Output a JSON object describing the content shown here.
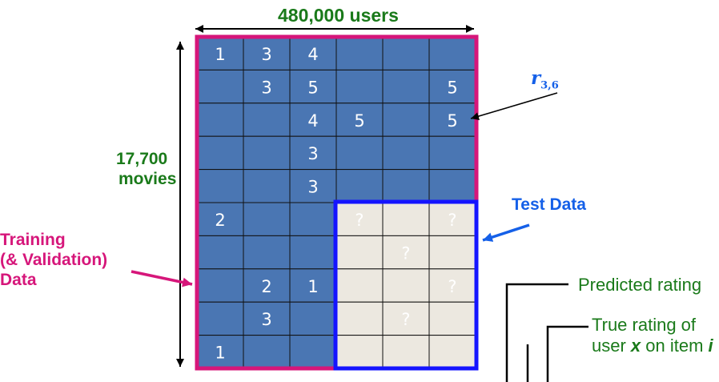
{
  "labels": {
    "users": "480,000 users",
    "movies_line1": "17,700",
    "movies_line2": "movies",
    "training_line1": "Training",
    "training_line2": "(& Validation)",
    "training_line3": "Data",
    "test": "Test Data",
    "r_symbol": "r",
    "r_subscript": "3,6",
    "predicted": "Predicted rating",
    "true_line1": "True rating of",
    "true_pre": "user ",
    "true_x": "x",
    "true_mid": " on item ",
    "true_i": "i"
  },
  "matrix": {
    "rows": 10,
    "cols": 6,
    "test_region": {
      "row_start": 5,
      "col_start": 3
    },
    "cells": [
      [
        "1",
        "3",
        "4",
        "",
        "",
        ""
      ],
      [
        "",
        "3",
        "5",
        "",
        "",
        "5"
      ],
      [
        "",
        "",
        "4",
        "5",
        "",
        "5"
      ],
      [
        "",
        "",
        "3",
        "",
        "",
        ""
      ],
      [
        "",
        "",
        "3",
        "",
        "",
        ""
      ],
      [
        "2",
        "",
        "",
        "?",
        "",
        "?"
      ],
      [
        "",
        "",
        "",
        "",
        "?",
        ""
      ],
      [
        "",
        "2",
        "1",
        "",
        "",
        "?"
      ],
      [
        "",
        "3",
        "",
        "",
        "?",
        ""
      ],
      [
        "1",
        "",
        "",
        "",
        "",
        ""
      ]
    ]
  },
  "colors": {
    "train_fill": "#4a76b3",
    "test_fill": "#ece8e0",
    "train_border": "#d6167a",
    "test_border": "#1414ff",
    "green": "#1a7a1a",
    "magenta": "#d6167a",
    "blue": "#1560e8"
  }
}
